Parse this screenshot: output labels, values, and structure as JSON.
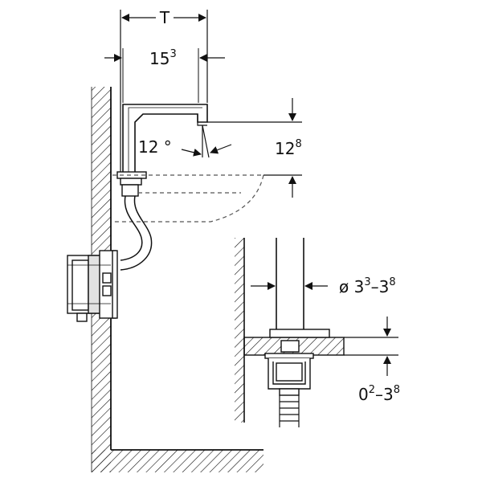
{
  "dimensions": {
    "top_label": "T",
    "spout_reach_main": "15",
    "spout_reach_sup": "3",
    "angle_label": "12 °",
    "height_main": "12",
    "height_sup": "8",
    "diam_prefix": "ø 3",
    "diam_sup1": "3",
    "diam_mid": "–3",
    "diam_sup2": "8",
    "thick_main1": "0",
    "thick_sup1": "2",
    "thick_mid": "–3",
    "thick_sup2": "8"
  },
  "colors": {
    "line": "#111111",
    "dash": "#555555",
    "panel": "#dddddd"
  }
}
